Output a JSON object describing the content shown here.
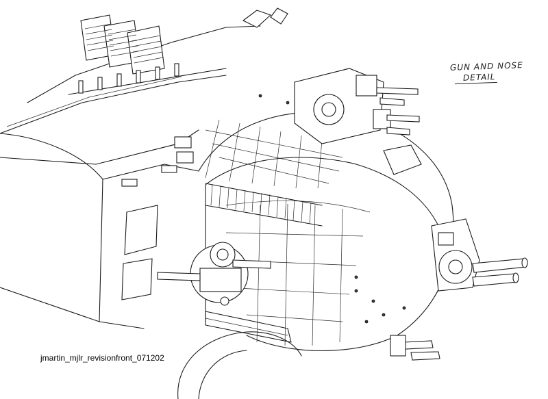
{
  "annotation": {
    "line1": "GUN AND NOSE",
    "line2": "DETAIL"
  },
  "caption": {
    "filename": "jmartin_mjlr_revisionfront_071202"
  },
  "colors": {
    "ink": "#1a1a1a",
    "paper": "#ffffff"
  }
}
